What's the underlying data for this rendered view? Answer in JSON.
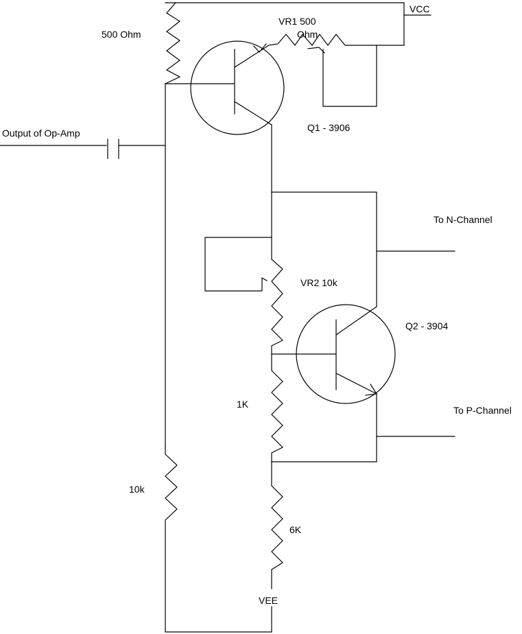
{
  "labels": {
    "vcc": "VCC",
    "vr1_line1": "VR1 500",
    "vr1_line2": "Ohm",
    "r500": "500 Ohm",
    "q1": "Q1 - 3906",
    "opamp": "Output of Op-Amp",
    "n_channel": "To N-Channel",
    "vr2": "VR2 10k",
    "q2": "Q2 - 3904",
    "p_channel": "To P-Channel",
    "r1k": "1K",
    "r10k": "10k",
    "r6k": "6K",
    "vee": "VEE"
  }
}
